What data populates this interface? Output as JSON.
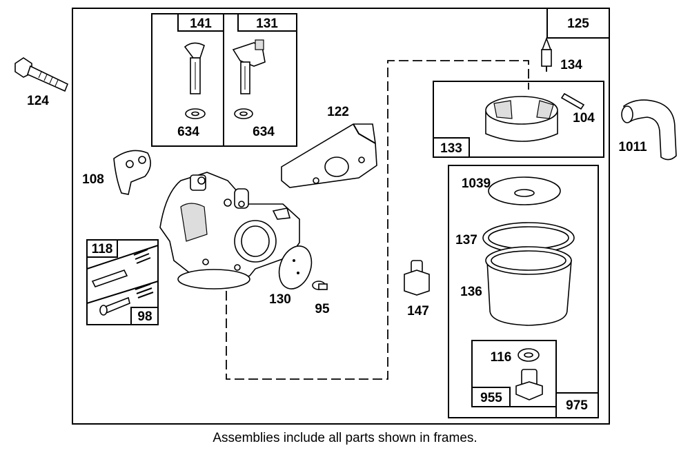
{
  "labels": {
    "p124": "124",
    "p141": "141",
    "p131": "131",
    "p634a": "634",
    "p634b": "634",
    "p125": "125",
    "p134": "134",
    "p133": "133",
    "p104": "104",
    "p1011": "1011",
    "p122": "122",
    "p108": "108",
    "p1039": "1039",
    "p137": "137",
    "p136": "136",
    "p118": "118",
    "p98": "98",
    "p130": "130",
    "p95": "95",
    "p147": "147",
    "p116": "116",
    "p955": "955",
    "p975": "975"
  },
  "caption": "Assemblies include all parts shown in frames."
}
